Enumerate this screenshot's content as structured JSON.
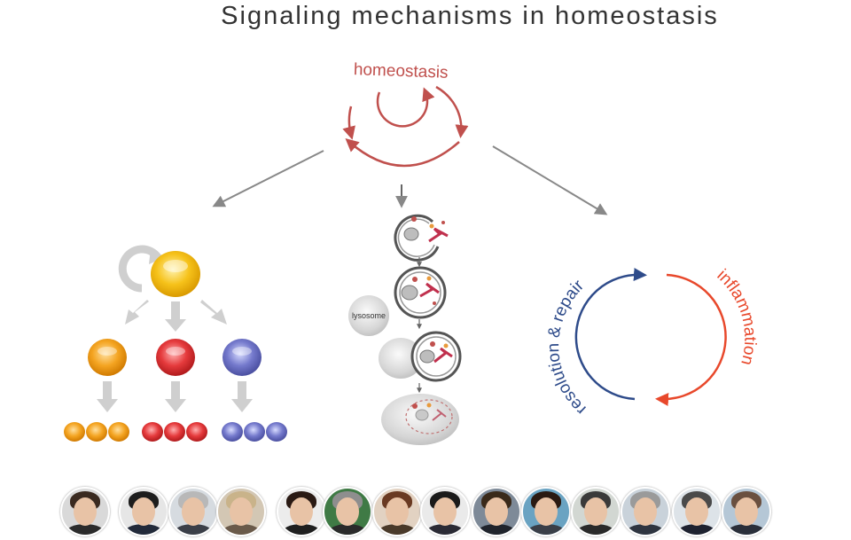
{
  "title": "Signaling mechanisms in homeostasis",
  "homeostasis": {
    "label": "homeostasis",
    "color": "#c0504d"
  },
  "autophagy": {
    "lysosome_label": "lysosome"
  },
  "resolution_cycle": {
    "left_label": "resolution & repair",
    "right_label": "inflammation",
    "left_color": "#2e4b8a",
    "right_color": "#e8482b"
  },
  "stem_cell_colors": {
    "yellow": "#f4b400",
    "orange": "#f2a01f",
    "red": "#e3393b",
    "blue": "#6f74c8"
  },
  "people": [
    {
      "name": "person-1",
      "bg": "#d9d9d9",
      "hair": "#3a2a20",
      "shirt": "#2b2b2b"
    },
    {
      "name": "person-2",
      "bg": "#e6e6e6",
      "hair": "#1d1d1d",
      "shirt": "#222a3a"
    },
    {
      "name": "person-3",
      "bg": "#d6dbe0",
      "hair": "#b8b8b8",
      "shirt": "#3b3f48"
    },
    {
      "name": "person-4",
      "bg": "#d3c7b4",
      "hair": "#c9b38a",
      "shirt": "#6a5a4a"
    },
    {
      "name": "person-5",
      "bg": "#ececec",
      "hair": "#2a1a14",
      "shirt": "#1f1f1f"
    },
    {
      "name": "person-6",
      "bg": "#3f7a45",
      "hair": "#8e8e8e",
      "shirt": "#2a2a2a"
    },
    {
      "name": "person-7",
      "bg": "#e2d2c2",
      "hair": "#6a3a22",
      "shirt": "#4a3a2a"
    },
    {
      "name": "person-8",
      "bg": "#eaeaea",
      "hair": "#1a1a1a",
      "shirt": "#2b2b35"
    },
    {
      "name": "person-9",
      "bg": "#7e8a98",
      "hair": "#3a2a1a",
      "shirt": "#20242c"
    },
    {
      "name": "person-10",
      "bg": "#6aa3c2",
      "hair": "#2a1a12",
      "shirt": "#3a3f48"
    },
    {
      "name": "person-11",
      "bg": "#d2d7d2",
      "hair": "#3a3a3a",
      "shirt": "#2a2a2a"
    },
    {
      "name": "person-12",
      "bg": "#c9d2da",
      "hair": "#9a9a9a",
      "shirt": "#2f3540"
    },
    {
      "name": "person-13",
      "bg": "#dde3e8",
      "hair": "#4a4a4a",
      "shirt": "#1e2230"
    },
    {
      "name": "person-14",
      "bg": "#b5c7d6",
      "hair": "#6a5040",
      "shirt": "#2a2f3a"
    }
  ]
}
